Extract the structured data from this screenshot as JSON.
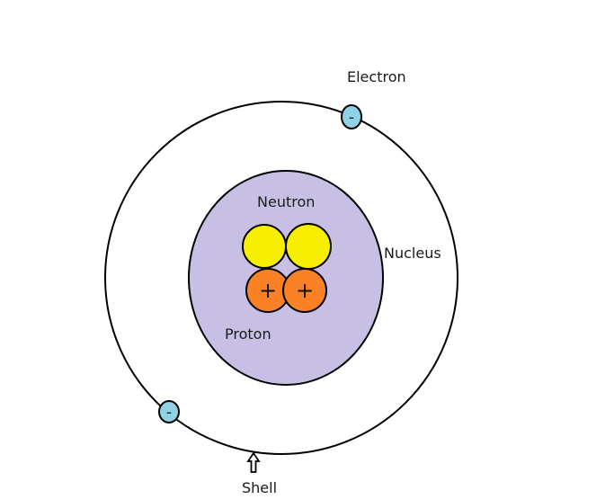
{
  "labels": {
    "electron": "Electron",
    "neutron": "Neutron",
    "nucleus": "Nucleus",
    "proton": "Proton",
    "shell": "Shell"
  },
  "signs": {
    "electron": "-",
    "proton": "+"
  },
  "colors": {
    "background": "#ffffff",
    "outline": "#000000",
    "nucleus_fill": "#c8c0e4",
    "neutron_fill": "#f7ee00",
    "proton_fill": "#fb8127",
    "electron_fill": "#8fd2e6"
  },
  "counts": {
    "electrons": 2,
    "neutrons": 2,
    "protons": 2
  }
}
